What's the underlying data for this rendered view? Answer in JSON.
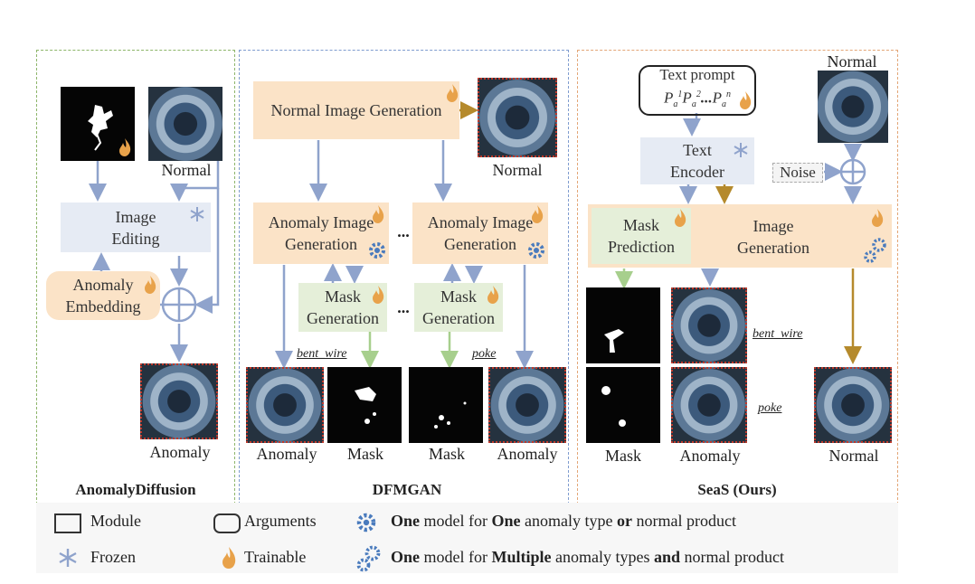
{
  "panels": {
    "left_title": "AnomalyDiffusion",
    "mid_title": "DFMGAN",
    "right_title": "SeaS (Ours)"
  },
  "left": {
    "normal_label": "Normal",
    "image_editing_l1": "Image",
    "image_editing_l2": "Editing",
    "anomaly_embedding_l1": "Anomaly",
    "anomaly_embedding_l2": "Embedding",
    "anomaly_label": "Anomaly"
  },
  "mid": {
    "normal_gen": "Normal Image Generation",
    "normal_label": "Normal",
    "anom_gen_l1": "Anomaly Image",
    "anom_gen_l2": "Generation",
    "mask_gen_l1": "Mask",
    "mask_gen_l2": "Generation",
    "ellipsis": "...",
    "bent_wire": "bent_wire",
    "poke": "poke",
    "anomaly_label": "Anomaly",
    "mask_label": "Mask"
  },
  "right": {
    "text_prompt": "Text prompt",
    "prompt_formula": "P",
    "prompt_sub": "a",
    "prompt_sup1": "1",
    "prompt_sup2": "2",
    "prompt_supn": "n",
    "prompt_dots": "...",
    "normal_top": "Normal",
    "text_encoder_l1": "Text",
    "text_encoder_l2": "Encoder",
    "noise": "Noise",
    "mask_pred_l1": "Mask",
    "mask_pred_l2": "Prediction",
    "image_gen_l1": "Image",
    "image_gen_l2": "Generation",
    "bent_wire": "bent_wire",
    "poke": "poke",
    "mask_label": "Mask",
    "anomaly_label": "Anomaly",
    "normal_label": "Normal"
  },
  "legend": {
    "module": "Module",
    "arguments": "Arguments",
    "frozen": "Frozen",
    "trainable": "Trainable",
    "one_a": "One",
    "one_b": " model for ",
    "one_c": "One",
    "one_d": " anomaly type ",
    "one_e": "or",
    "one_f": " normal product",
    "multi_a": "One",
    "multi_b": " model for ",
    "multi_c": "Multiple",
    "multi_d": " anomaly types ",
    "multi_e": "and",
    "multi_f": " normal product"
  },
  "colors": {
    "green_border": "#8db56a",
    "blue_border": "#7f9ccf",
    "orange_border": "#e3a677",
    "arrow_blue": "#8fa3cc",
    "arrow_brown": "#b58a2c",
    "arrow_green": "#a7cf8d"
  }
}
